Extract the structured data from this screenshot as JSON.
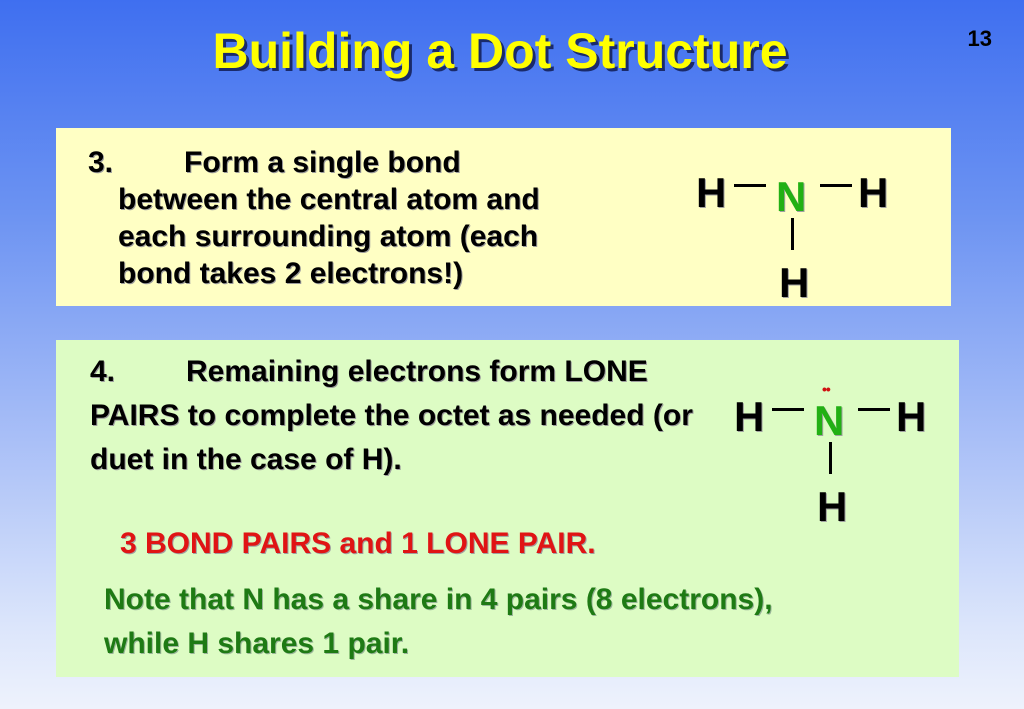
{
  "slide": {
    "title": "Building a Dot Structure",
    "number": "13"
  },
  "step3": {
    "num": "3.",
    "lines": [
      "Form a single bond",
      "between the central atom and",
      "each surrounding atom (each",
      "bond takes 2 electrons!)"
    ]
  },
  "step4": {
    "num": "4.",
    "first": "Remaining electrons form",
    "rest": "LONE PAIRS to complete the octet as needed (or duet in the case of H).",
    "summary": "3 BOND PAIRS and 1 LONE PAIR.",
    "note": "Note that N has a share in 4 pairs (8 electrons), while H shares 1 pair."
  },
  "molecule1": {
    "left": "H",
    "center": "N",
    "right": "H",
    "bottom": "H"
  },
  "molecule2": {
    "left": "H",
    "center": "N",
    "right": "H",
    "bottom": "H",
    "lone_pair": "••"
  },
  "colors": {
    "title": "#ffff00",
    "panel1": "#ffffc4",
    "panel2": "#ddfcc4",
    "nitrogen": "#22b014",
    "summary": "#e01414",
    "note": "#1e7a14"
  }
}
